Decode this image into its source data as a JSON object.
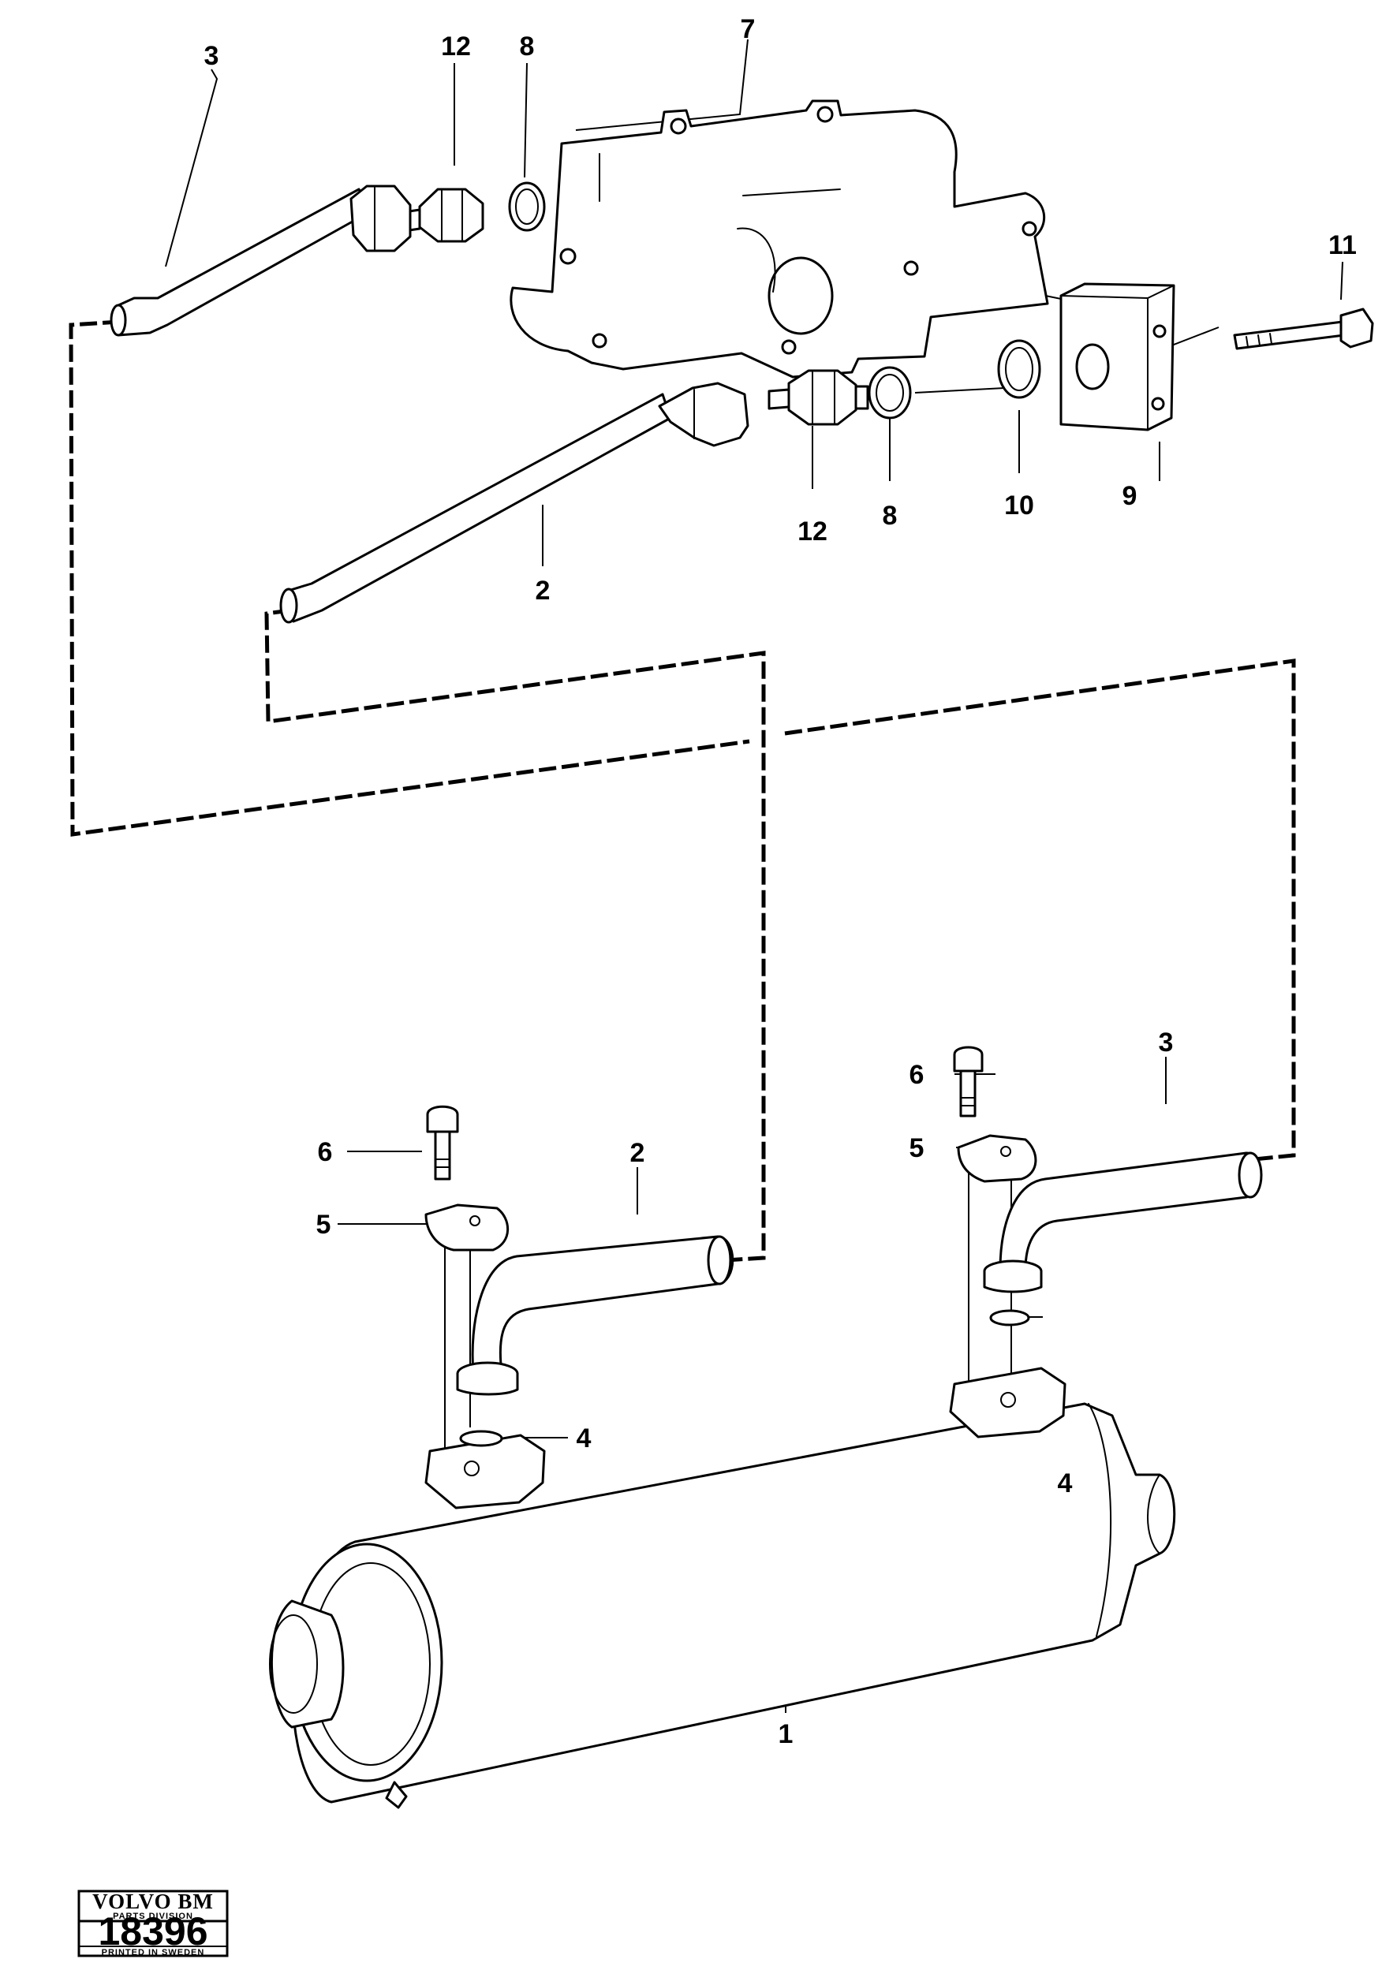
{
  "callouts": {
    "c1": "1",
    "c2_top": "2",
    "c2_bottom": "2",
    "c3_top": "3",
    "c3_bottom": "3",
    "c4_left": "4",
    "c4_right": "4",
    "c5_left": "5",
    "c5_right": "5",
    "c6_left": "6",
    "c6_right": "6",
    "c7": "7",
    "c8_top": "8",
    "c8_bottom": "8",
    "c9": "9",
    "c10": "10",
    "c11": "11",
    "c12_top": "12",
    "c12_bottom": "12"
  },
  "stamp": {
    "brand": "VOLVO BM",
    "division": "PARTS DIVISION",
    "number": "18396",
    "printed": "PRINTED IN SWEDEN"
  }
}
